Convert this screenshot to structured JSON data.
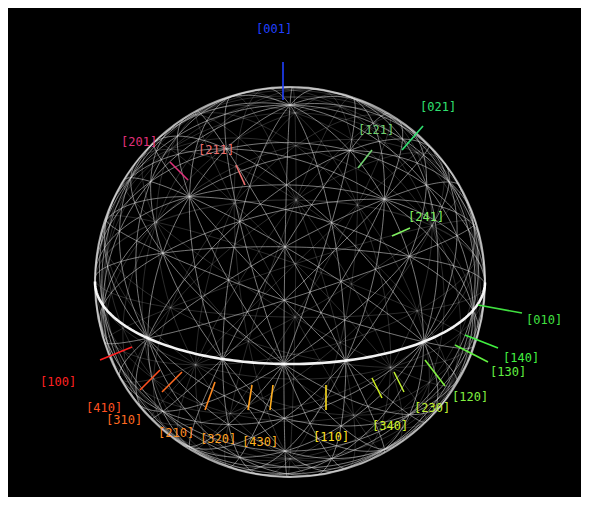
{
  "diagram": {
    "labels": [
      "[001]",
      "[021]",
      "[121]",
      "[201]",
      "[211]",
      "[241]",
      "[010]",
      "[140]",
      "[130]",
      "[120]",
      "[100]",
      "[410]",
      "[310]",
      "[210]",
      "[320]",
      "[430]",
      "[110]",
      "[340]",
      "[230]"
    ]
  }
}
